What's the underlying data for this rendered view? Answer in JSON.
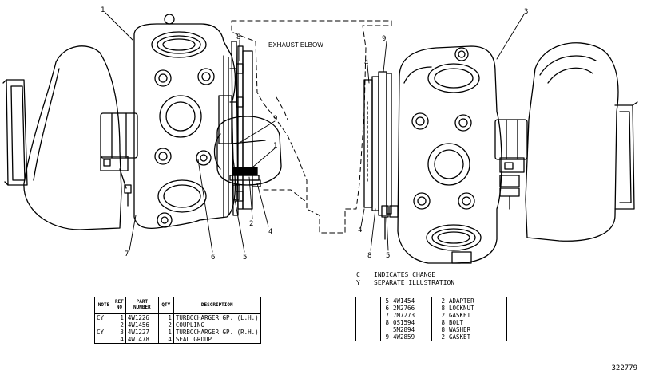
{
  "callouts": {
    "c1": "1",
    "c3": "3",
    "c8_top": "8",
    "c9_top": "9",
    "c4_right": "4",
    "c9_mid": "9",
    "c1_mid": "1",
    "c2": "2",
    "c4_low": "4",
    "c7": "7",
    "c6": "6",
    "c5_left": "5",
    "c4_rlow": "4",
    "c8_bottom": "8",
    "c5_bottom": "5"
  },
  "exhaust_label": "EXHAUST ELBOW",
  "legend": [
    {
      "symbol": "C",
      "text": "INDICATES CHANGE"
    },
    {
      "symbol": "Y",
      "text": "SEPARATE ILLUSTRATION"
    }
  ],
  "left_table": {
    "headers": {
      "note": "NOTE",
      "ref": "REF NO",
      "part": "PART NUMBER",
      "qty": "QTY",
      "desc": "DESCRIPTION"
    },
    "rows": [
      {
        "note": "CY",
        "ref": "1",
        "part": "4W1226",
        "qty": "1",
        "desc": "TURBOCHARGER GP. (L.H.)"
      },
      {
        "note": "",
        "ref": "2",
        "part": "4W1456",
        "qty": "2",
        "desc": "COUPLING"
      },
      {
        "note": "CY",
        "ref": "3",
        "part": "4W1227",
        "qty": "1",
        "desc": "TURBOCHARGER GP. (R.H.)"
      },
      {
        "note": "",
        "ref": "4",
        "part": "4W1478",
        "qty": "4",
        "desc": "SEAL GROUP"
      }
    ]
  },
  "right_table": {
    "rows": [
      {
        "note": "",
        "ref": "5",
        "part": "4W1454",
        "qty": "2",
        "desc": "ADAPTER"
      },
      {
        "note": "",
        "ref": "6",
        "part": "2N2766",
        "qty": "8",
        "desc": "LOCKNUT"
      },
      {
        "note": "",
        "ref": "7",
        "part": "7M7273",
        "qty": "2",
        "desc": "GASKET"
      },
      {
        "note": "",
        "ref": "8",
        "part": "0S1594",
        "qty": "8",
        "desc": "BOLT"
      },
      {
        "note": "",
        "ref": "",
        "part": "5M2894",
        "qty": "8",
        "desc": "WASHER"
      },
      {
        "note": "",
        "ref": "9",
        "part": "4W2859",
        "qty": "2",
        "desc": "GASKET"
      }
    ]
  },
  "figure_number": "322779"
}
